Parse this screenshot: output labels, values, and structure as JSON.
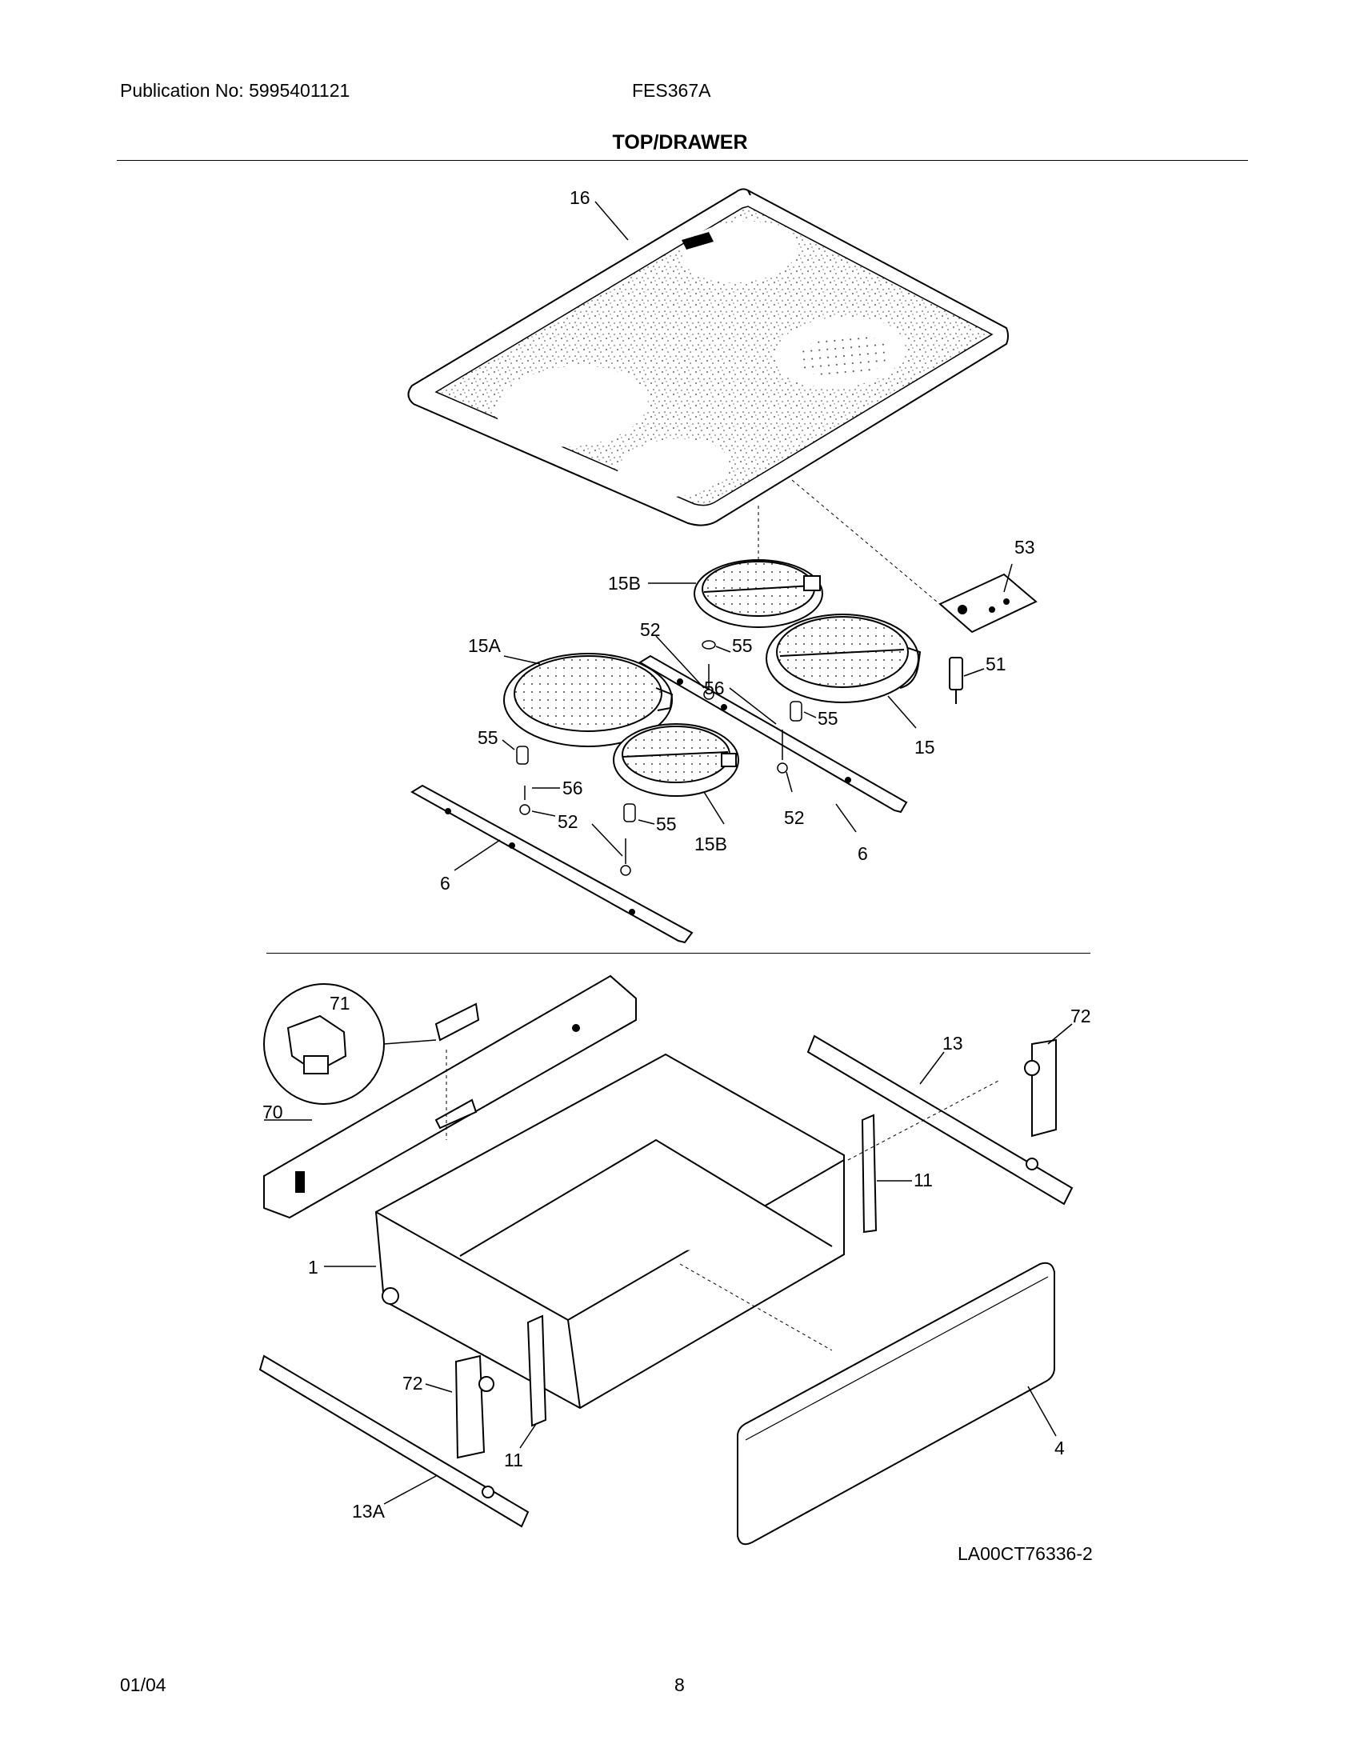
{
  "header": {
    "publication": "Publication No: 5995401121",
    "model": "FES367A",
    "title": "TOP/DRAWER"
  },
  "callouts": {
    "c16": "16",
    "c53": "53",
    "c15B_top": "15B",
    "c52_top": "52",
    "c55_top": "55",
    "c15A": "15A",
    "c56_top": "56",
    "c51": "51",
    "c55_mid": "55",
    "c15": "15",
    "c55_left": "55",
    "c56_left": "56",
    "c52_left": "52",
    "c55_bottom": "55",
    "c15B_bottom": "15B",
    "c52_right": "52",
    "c6_right": "6",
    "c6_left": "6",
    "c71": "71",
    "c72_right": "72",
    "c13": "13",
    "c70": "70",
    "c11_right": "11",
    "c1": "1",
    "c72_left": "72",
    "c11_left": "11",
    "c4": "4",
    "c13A": "13A"
  },
  "figure_code": "LA00CT76336-2",
  "footer": {
    "date": "01/04",
    "page": "8"
  }
}
